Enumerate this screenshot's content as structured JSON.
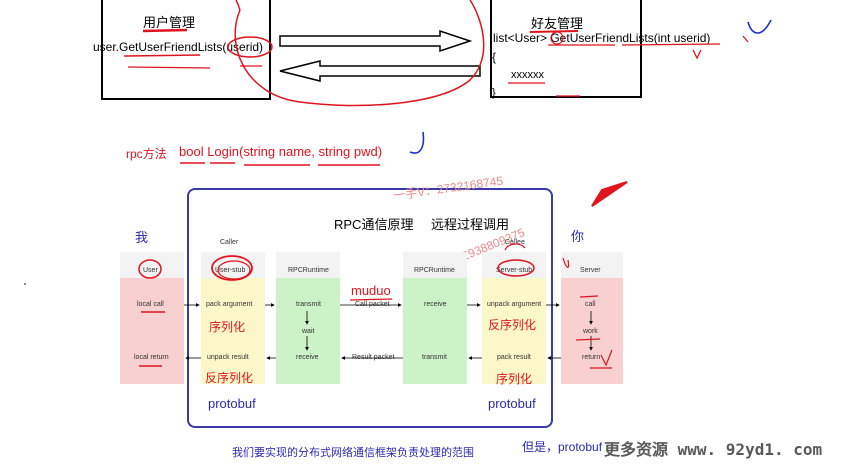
{
  "top": {
    "user_mgmt_title": "用户管理",
    "user_call": "user.GetUserFriendLists(userid)",
    "friend_mgmt_title": "好友管理",
    "friend_sig": "list<User> GetUserFriendLists(int userid)",
    "brace_open": "{",
    "brace_body": "xxxxxx",
    "brace_close": "}"
  },
  "rpc_method": {
    "label": "rpc方法",
    "signature": "bool Login(string name, string pwd)"
  },
  "diagram": {
    "title_left": "RPC通信原理",
    "title_right": "远程过程调用",
    "watermark_1": "一手V：2732168745",
    "watermark_2": "v: 2938809375",
    "left_person": "我",
    "right_person": "你",
    "caller_label": "Caller",
    "callee_label": "Callee",
    "muduo": "muduo",
    "call_packet": "Call packet",
    "result_packet": "Result packet",
    "protobuf_left": "protobuf",
    "protobuf_right": "protobuf",
    "columns": {
      "user": {
        "header": "User",
        "top": "local call",
        "bottom": "local return"
      },
      "user_stub": {
        "header": "User-stub",
        "top": "pack argument",
        "top_cn": "序列化",
        "bottom": "unpack result",
        "bottom_cn": "反序列化"
      },
      "rpc_left": {
        "header": "RPCRuntime",
        "top": "transmit",
        "mid": "wait",
        "bottom": "receive"
      },
      "rpc_right": {
        "header": "RPCRuntime",
        "top": "receive",
        "bottom": "transmit"
      },
      "server_stub": {
        "header": "Server-stub",
        "top": "unpack argument",
        "top_cn": "反序列化",
        "bottom": "pack result",
        "bottom_cn": "序列化"
      },
      "server": {
        "header": "Server",
        "top": "call",
        "mid": "work",
        "bottom": "return"
      }
    }
  },
  "bottom": {
    "scope": "我们要实现的分布式网络通信框架负责处理的范围",
    "note": "但是，protobuf",
    "watermark": "更多资源 www. 92yd1. com"
  },
  "colors": {
    "annotation_red": "#e0141e",
    "pen_blue": "#2030c8",
    "scope_blue": "#3a3aa8",
    "pink": "#f8d0d0",
    "yellow": "#fbf7c8",
    "green": "#ccf2c8"
  }
}
